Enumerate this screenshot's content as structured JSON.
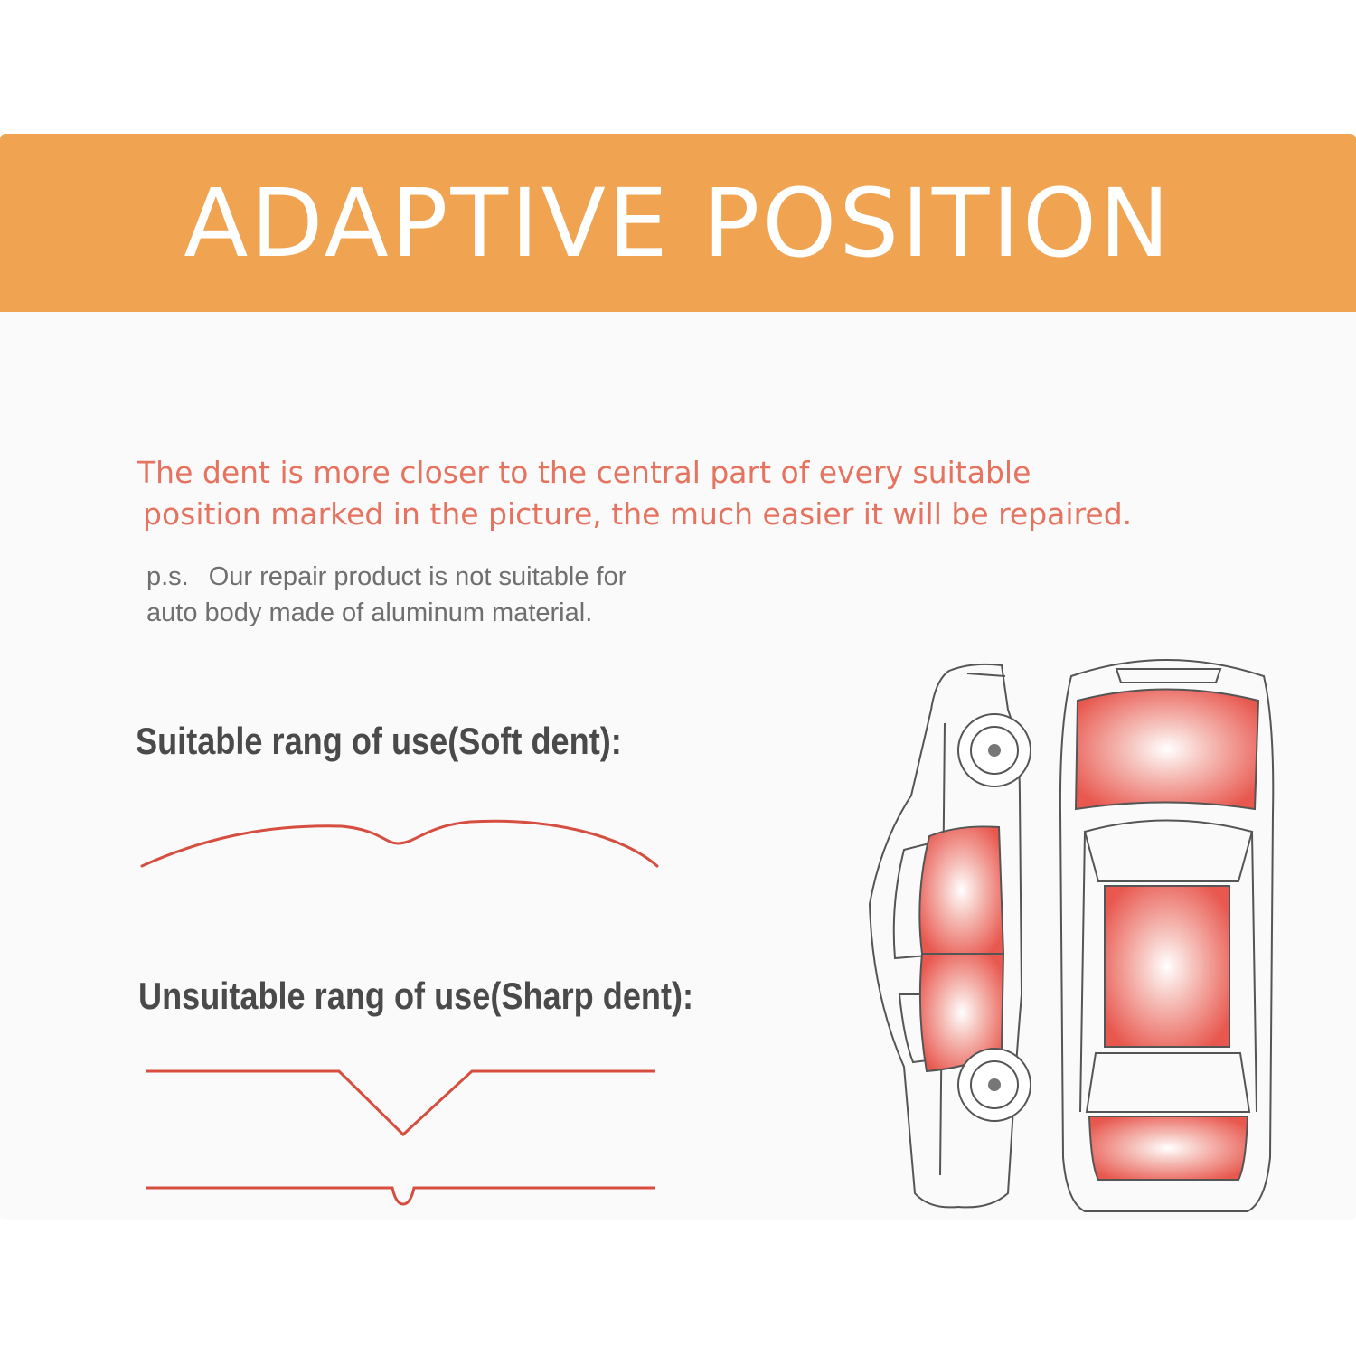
{
  "banner": {
    "title": "ADAPTIVE POSITION",
    "color": "#f0a452"
  },
  "description": {
    "line1": "The dent is more closer to the central part of every suitable",
    "line2": "position marked in the picture, the much easier it will be repaired.",
    "color": "#e5735f"
  },
  "note": {
    "prefix": "p.s.",
    "line1": "Our repair product is not suitable for",
    "line2": "auto body made of aluminum material."
  },
  "suitable": {
    "heading": "Suitable rang of use(Soft dent):"
  },
  "unsuitable": {
    "heading": "Unsuitable rang of use(Sharp dent):"
  },
  "diagram": {
    "outline_color": "#555555",
    "highlight_color": "#e8584f",
    "highlighted_areas": [
      "roof",
      "hood",
      "trunk",
      "front-door",
      "rear-door"
    ]
  }
}
